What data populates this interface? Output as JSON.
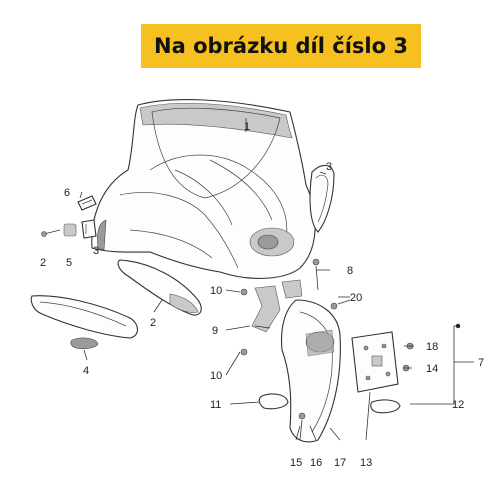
{
  "banner": {
    "text": "Na obrázku díl číslo 3",
    "color": "#f6c021"
  },
  "labels": {
    "l1": "1",
    "l2a": "2",
    "l2b": "2",
    "l3a": "3",
    "l3b": "3",
    "l4": "4",
    "l5": "5",
    "l6": "6",
    "l7": "7",
    "l8": "8",
    "l9": "9",
    "l10a": "10",
    "l10b": "10",
    "l11": "11",
    "l12": "12",
    "l13": "13",
    "l14": "14",
    "l15": "15",
    "l16": "16",
    "l17": "17",
    "l18": "18",
    "l20": "20"
  }
}
